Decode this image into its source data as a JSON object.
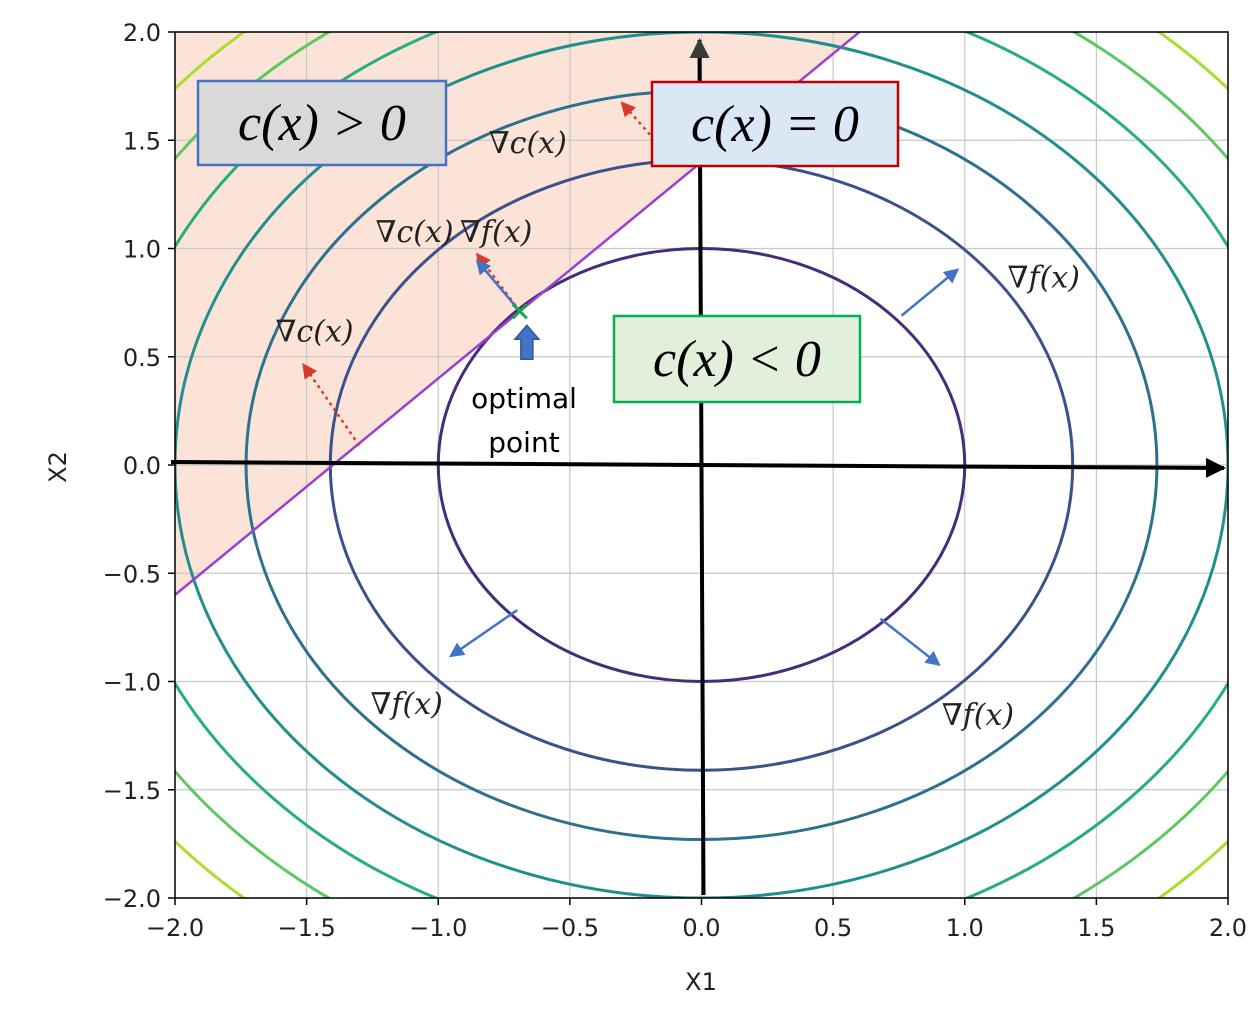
{
  "chart_data": {
    "type": "line",
    "xlabel": "X1",
    "ylabel": "X2",
    "xlim": [
      -2.0,
      2.0
    ],
    "ylim": [
      -2.0,
      2.0
    ],
    "x_ticks": [
      "−2.0",
      "−1.5",
      "−1.0",
      "−0.5",
      "0.0",
      "0.5",
      "1.0",
      "1.5",
      "2.0"
    ],
    "y_ticks": [
      "2.0",
      "1.5",
      "1.0",
      "0.5",
      "0.0",
      "−0.5",
      "−1.0",
      "−1.5",
      "−2.0"
    ],
    "grid": true,
    "contours": [
      {
        "radius": 1.0,
        "color": "#472c7a"
      },
      {
        "radius": 1.41,
        "color": "#3b518b"
      },
      {
        "radius": 1.73,
        "color": "#2c718e"
      },
      {
        "radius": 2.0,
        "color": "#21908d"
      },
      {
        "radius": 2.24,
        "color": "#27ad81"
      },
      {
        "radius": 2.45,
        "color": "#5cc863"
      },
      {
        "radius": 2.65,
        "color": "#aadc32"
      }
    ],
    "constraint_line": {
      "x": [
        -2.0,
        0.6
      ],
      "y": [
        -0.6,
        2.0
      ],
      "color": "#9b3fd0"
    },
    "feasible_shading_color": "#fbe3d8",
    "optimal_point": {
      "x": -0.69,
      "y": 0.71
    },
    "region_labels": {
      "positive": "c(x) > 0",
      "zero": "c(x) = 0",
      "negative": "c(x) < 0"
    },
    "grad_c_label": "∇c(x)",
    "grad_f_label": "∇f(x)",
    "grad_c_arrows": [
      {
        "from": [
          -1.3,
          0.09
        ],
        "to": [
          -1.51,
          0.46
        ],
        "label_at": [
          -1.47,
          0.57
        ]
      },
      {
        "from": [
          -0.69,
          0.71
        ],
        "to": [
          -0.85,
          0.97
        ],
        "label_at": [
          -1.09,
          1.03
        ]
      },
      {
        "from": [
          -0.09,
          1.38
        ],
        "to": [
          -0.3,
          1.67
        ],
        "label_at": [
          -0.66,
          1.44
        ]
      }
    ],
    "grad_f_arrows": [
      {
        "from": [
          -0.69,
          0.71
        ],
        "to": [
          -0.85,
          0.94
        ],
        "label_at": [
          -0.78,
          1.03
        ]
      },
      {
        "from": [
          0.76,
          0.69
        ],
        "to": [
          0.97,
          0.9
        ],
        "label_at": [
          1.3,
          0.82
        ]
      },
      {
        "from": [
          -0.7,
          -0.67
        ],
        "to": [
          -0.95,
          -0.88
        ],
        "label_at": [
          -1.12,
          -1.15
        ]
      },
      {
        "from": [
          0.68,
          -0.71
        ],
        "to": [
          0.9,
          -0.92
        ],
        "label_at": [
          1.05,
          -1.2
        ]
      }
    ],
    "optimal_label_lines": [
      "optimal",
      "point"
    ]
  }
}
